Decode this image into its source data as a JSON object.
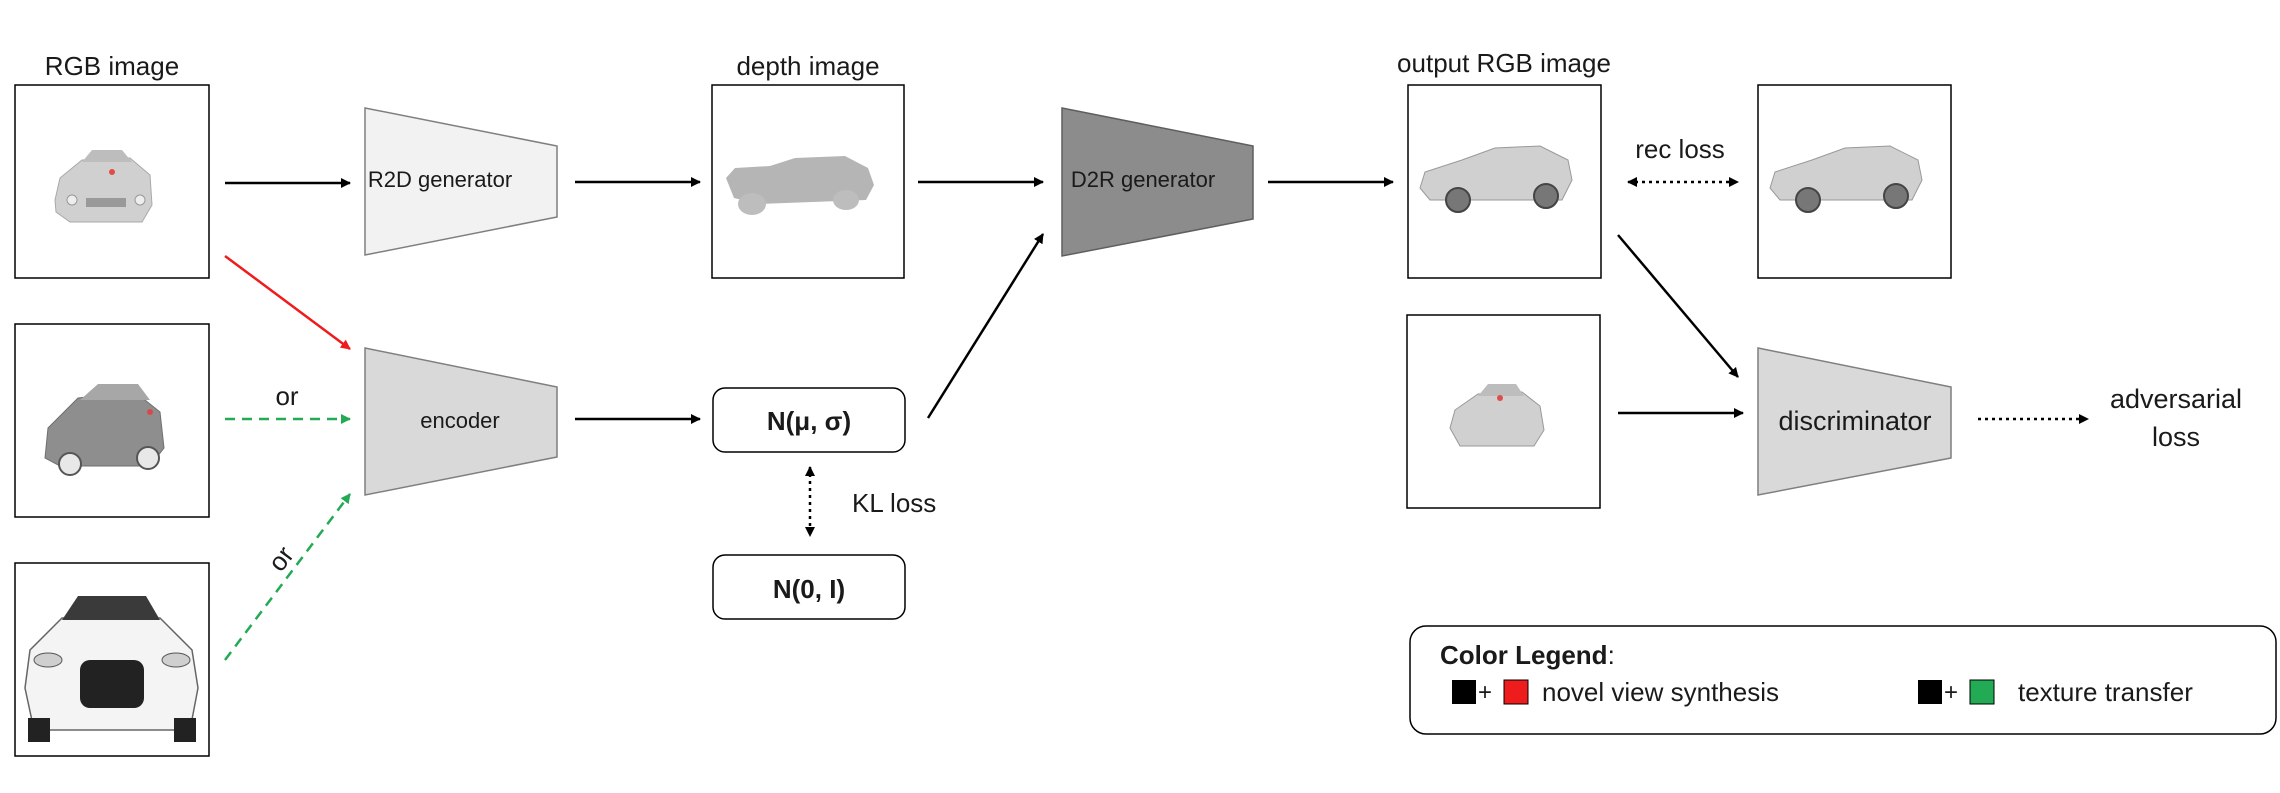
{
  "labels": {
    "rgb_image": "RGB image",
    "depth_image": "depth image",
    "output_rgb_image": "output RGB image",
    "r2d_generator": "R2D generator",
    "d2r_generator": "D2R generator",
    "encoder": "encoder",
    "discriminator": "discriminator",
    "latent_posterior": "N(μ, σ)",
    "latent_prior": "N(0, I)",
    "kl_loss": "KL loss",
    "rec_loss": "rec loss",
    "adversarial_loss_line1": "adversarial",
    "adversarial_loss_line2": "loss",
    "or_1": "or",
    "or_2": "or"
  },
  "legend": {
    "title": "Color Legend",
    "title_suffix": ":",
    "plus": "+",
    "item1": "novel view synthesis",
    "item2": "texture transfer"
  },
  "colors": {
    "black": "#000000",
    "red": "#ee1c1c",
    "green": "#22aa55",
    "r2d_fill": "#f2f2f2",
    "encoder_fill": "#d9d9d9",
    "d2r_fill": "#8c8c8c",
    "discriminator_fill": "#d9d9d9",
    "car_grey": "#cfcfcf",
    "car_dark": "#8e8e8e",
    "depth_grey": "#b5b5b5"
  }
}
